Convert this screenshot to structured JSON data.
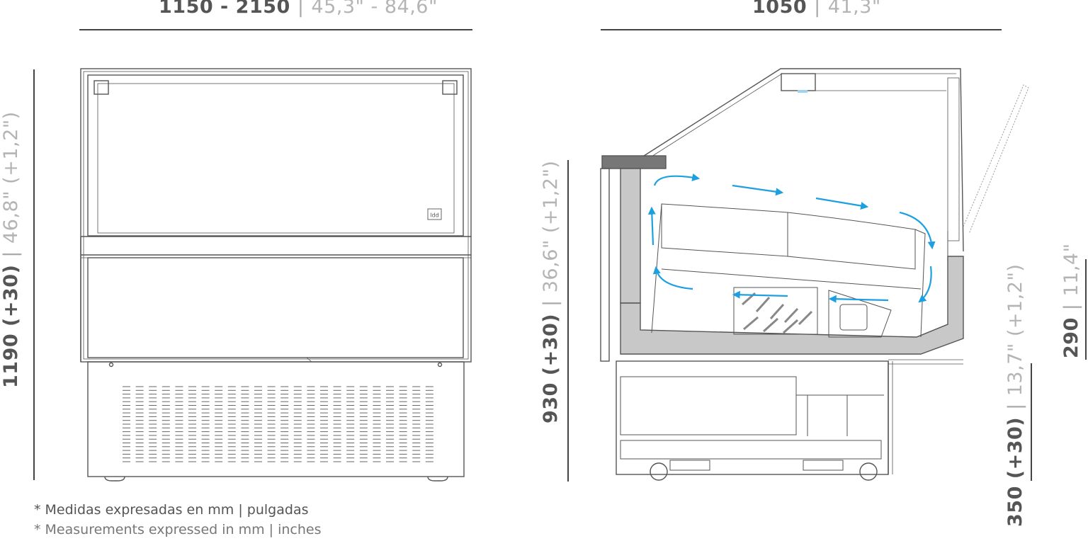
{
  "front_view": {
    "width_mm": "1150 -  2150",
    "width_in": "45,3\" - 84,6\"",
    "height_mm": "1190 (+30)",
    "height_in": "46,8\" (+1,2\")",
    "badge_text": "ldd"
  },
  "side_view": {
    "depth_mm": "1050",
    "depth_in": "41,3\"",
    "counter_height_mm": "930 (+30)",
    "counter_height_in": "36,6\" (+1,2\")",
    "base_height_mm": "350 (+30)",
    "base_height_in": "13,7\" (+1,2\")",
    "shelf_height_mm": "290",
    "shelf_height_in": "11,4\""
  },
  "notes": {
    "spanish": "* Medidas expresadas en mm  |  pulgadas",
    "english": "* Measurements expressed in mm  |  inches"
  },
  "colors": {
    "line": "#444444",
    "airflow": "#1ea0e0",
    "grey_fill": "#c8c8c8"
  }
}
